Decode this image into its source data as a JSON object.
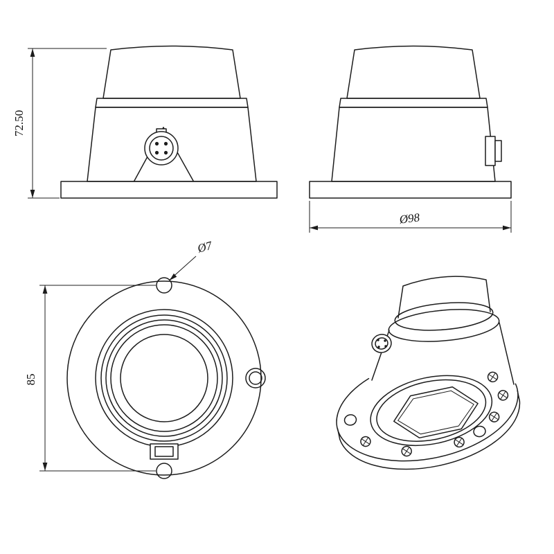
{
  "canvas": {
    "background_color": "#ffffff",
    "line_color": "#1c1c1c"
  },
  "dimensions": {
    "overall_height": "72.50",
    "flange_diameter": "Ø98",
    "mounting_hole_diameter": "Ø7",
    "mounting_hole_spacing": "85"
  }
}
